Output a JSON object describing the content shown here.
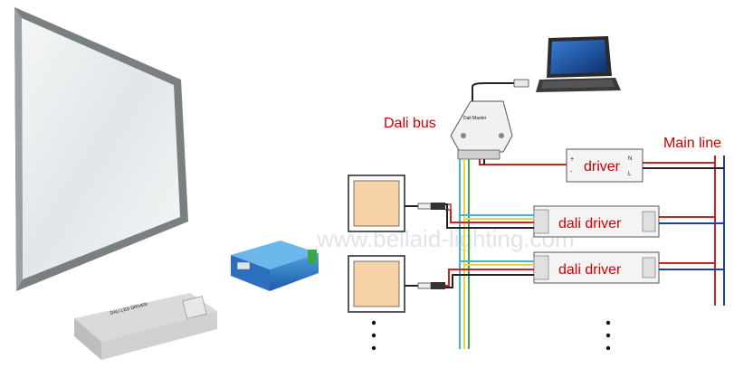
{
  "labels": {
    "dali_bus": "Dali bus",
    "main_line": "Main line",
    "driver": "driver",
    "dali_driver_1": "dali driver",
    "dali_driver_2": "dali driver",
    "watermark": "www.bellaid-lighting.com",
    "master_label": "Dali Master",
    "driver_left_label": "DALI LED DRIVER",
    "driver_n": "N",
    "driver_l": "L",
    "driver_plus": "+",
    "driver_minus": "-"
  },
  "colors": {
    "label_red": "#cc0000",
    "wire_red": "#d02020",
    "wire_blue": "#1f3fa8",
    "wire_cyan": "#3db6d8",
    "wire_yellow": "#e8d640",
    "wire_green": "#3ea84a",
    "wire_black": "#222222",
    "panel_fill": "#f6d2a6"
  }
}
